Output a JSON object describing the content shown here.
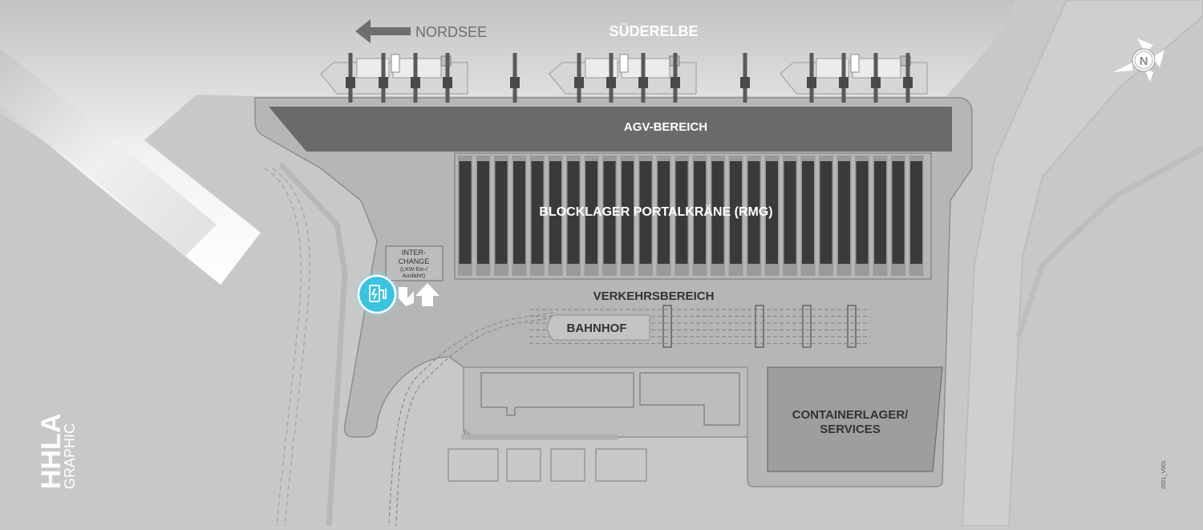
{
  "labels": {
    "nordsee": "NORDSEE",
    "suederelbe": "SÜDERELBE",
    "agv": "AGV-BEREICH",
    "blocklager": "BLOCKLAGER PORTALKRÄNE (RMG)",
    "interchange_line1": "INTER-",
    "interchange_line2": "CHANGE",
    "interchange_line3": "(LKW-Ein-/",
    "interchange_line4": "Ausfahrt)",
    "verkehr": "VERKEHRSBEREICH",
    "bahnhof": "BAHNHOF",
    "containerlager_line1": "CONTAINERLAGER/",
    "containerlager_line2": "SERVICES",
    "logo_main": "HHLA",
    "logo_sub": "GRAPHIC",
    "version": "2021_V001",
    "compass": "N"
  },
  "colors": {
    "land": "#c8c8c8",
    "water": "#e6e6e6",
    "terminal": "#b4b4b4",
    "dark_area": "#6a6a6a",
    "block": "#3a3a3a",
    "white_label": "#ffffff",
    "dark_label": "#333333",
    "highlight": "#3cc3e0"
  },
  "icons": {
    "charging": "ev-charging-icon",
    "truck_in": "truck-entry-arrow-icon",
    "truck_out": "truck-exit-arrow-icon",
    "compass": "compass-north-icon",
    "direction": "arrow-left-icon"
  }
}
